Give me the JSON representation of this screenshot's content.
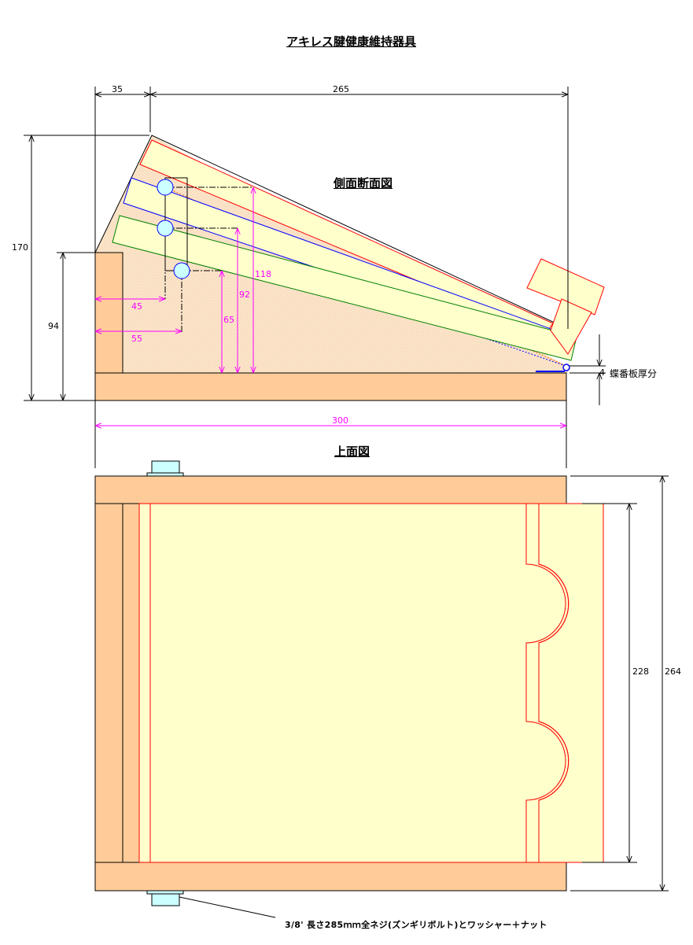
{
  "titles": {
    "main": "アキレス腱健康維持器具",
    "side_section": "側面断面図",
    "top_view": "上面図"
  },
  "dimensions": {
    "offset_35": "35",
    "length_265": "265",
    "height_170": "170",
    "height_94": "94",
    "offset_45": "45",
    "offset_55": "55",
    "height_65": "65",
    "height_92": "92",
    "height_118": "118",
    "hinge_4": "4",
    "length_300": "300",
    "width_228": "228",
    "width_264": "264"
  },
  "notes": {
    "hinge_thickness": "蝶番板厚分",
    "bolt": "3/8' 長さ285ｍｍ全ネジ(ズンギリボルト)とワッシャー＋ナット"
  },
  "colors": {
    "wood_base": "#FFCC99",
    "board_fill": "#FFFFCC",
    "dimension_magenta": "#FF00FF",
    "outline_red": "#FF0000",
    "outline_blue": "#0000FF",
    "outline_green": "#008000",
    "peg_cyan": "#CCFFFF"
  }
}
